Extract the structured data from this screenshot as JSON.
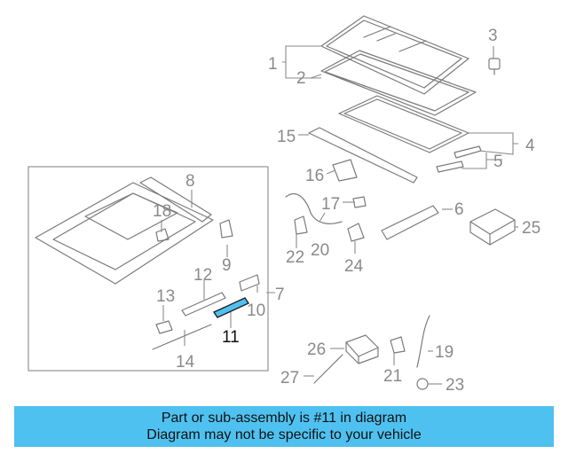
{
  "colors": {
    "banner": "#4fc1f0",
    "highlight": "#4fc1f0",
    "line": "#7b7b7b"
  },
  "callouts": [
    "1",
    "2",
    "3",
    "4",
    "5",
    "6",
    "7",
    "8",
    "9",
    "10",
    "11",
    "12",
    "13",
    "14",
    "15",
    "16",
    "17",
    "18",
    "19",
    "20",
    "21",
    "22",
    "23",
    "24",
    "25",
    "26",
    "27"
  ],
  "highlighted_part": "11",
  "banner": {
    "line1": "Part or sub-assembly is #11 in diagram",
    "line2": "Diagram may not be specific to your vehicle"
  }
}
